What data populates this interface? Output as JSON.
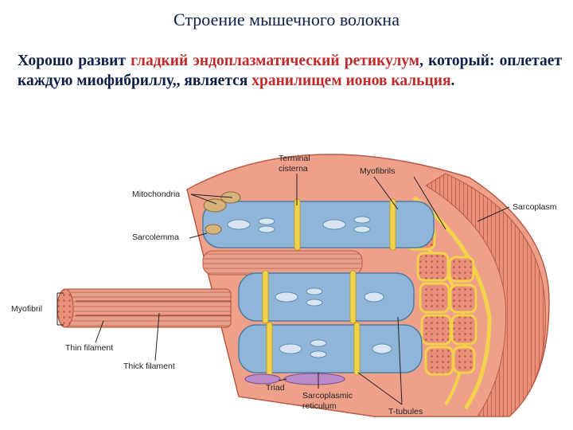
{
  "slide": {
    "title": "Строение мышечного волокна",
    "text_parts": [
      {
        "text": "Хорошо развит ",
        "highlight": false
      },
      {
        "text": "гладкий эндоплазматический ретикулум",
        "highlight": true
      },
      {
        "text": ", который: оплетает каждую миофибриллу,, является ",
        "highlight": false
      },
      {
        "text": "хранилищем ионов кальция",
        "highlight": true
      },
      {
        "text": ".",
        "highlight": false
      }
    ]
  },
  "diagram": {
    "labels": {
      "terminal_cisterna": [
        "Terminal",
        "cisterna"
      ],
      "myofibrils": "Myofibrils",
      "mitochondria": "Mitochondria",
      "sarcoplasm": "Sarcoplasm",
      "sarcolemma": "Sarcolemma",
      "myofibril": "Myofibril",
      "thin_filament": "Thin filament",
      "thick_filament": "Thick filament",
      "triad": "Triad",
      "sarcoplasmic_reticulum": [
        "Sarcoplasmic",
        "reticulum"
      ],
      "t_tubules": "T-tubules"
    }
  },
  "colors": {
    "title": "#0d1e47",
    "highlight": "#c22a2a",
    "muscle": "#e9907c",
    "sr_blue": "#8fb6d8",
    "t_tubule": "#f2d24a",
    "triad": "#b98bc8"
  }
}
